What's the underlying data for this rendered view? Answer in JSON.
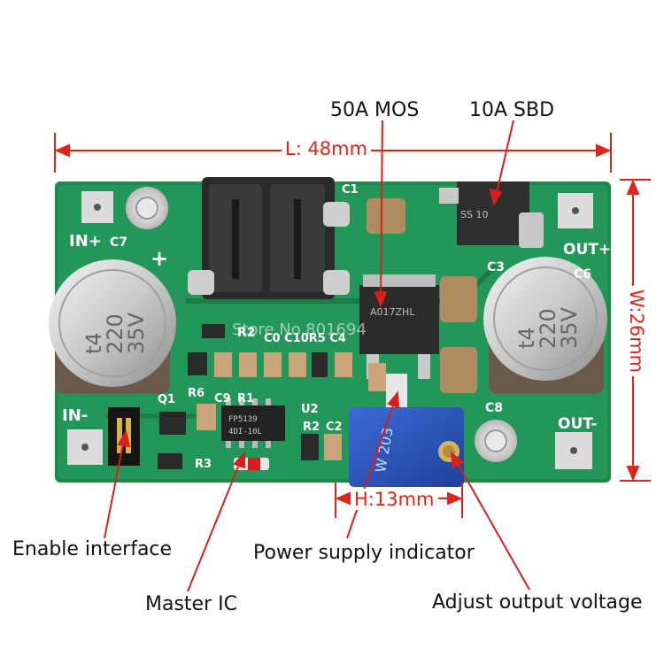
{
  "annotations": {
    "mos": "50A MOS",
    "sbd": "10A SBD",
    "enable": "Enable interface",
    "indicator": "Power supply indicator",
    "master_ic": "Master IC",
    "adjust": "Adjust output voltage"
  },
  "dimensions": {
    "length": "L: 48mm",
    "width": "W:26mm",
    "height": "H:13mm"
  },
  "silkscreen": {
    "in_plus": "IN+",
    "in_minus": "IN-",
    "out_plus": "OUT+",
    "out_minus": "OUT-",
    "c7": "C7",
    "c1": "C1",
    "c3": "C3",
    "c6": "C6",
    "c8": "C8",
    "r2": "R2",
    "r6": "R6",
    "c9": "C9",
    "r1": "R1",
    "q1": "Q1",
    "u2": "U2",
    "r3": "R3",
    "c2": "C2",
    "c10": "C10",
    "row_labels": "C0 C10R5 C4",
    "ic_text_1": "FP5139",
    "ic_text_2": "4DI-10L",
    "mos_text": "A017ZHL",
    "sbd_text": "SS 10",
    "cap_left": [
      "t4",
      "220",
      "35V"
    ],
    "cap_right": [
      "t4",
      "220",
      "35V"
    ],
    "pot_text": "W 203"
  },
  "watermark": "Store No.801694",
  "colors": {
    "pcb": "#1f8a4c",
    "dimension_line": "#e2231a",
    "pointer": "#d62020"
  }
}
